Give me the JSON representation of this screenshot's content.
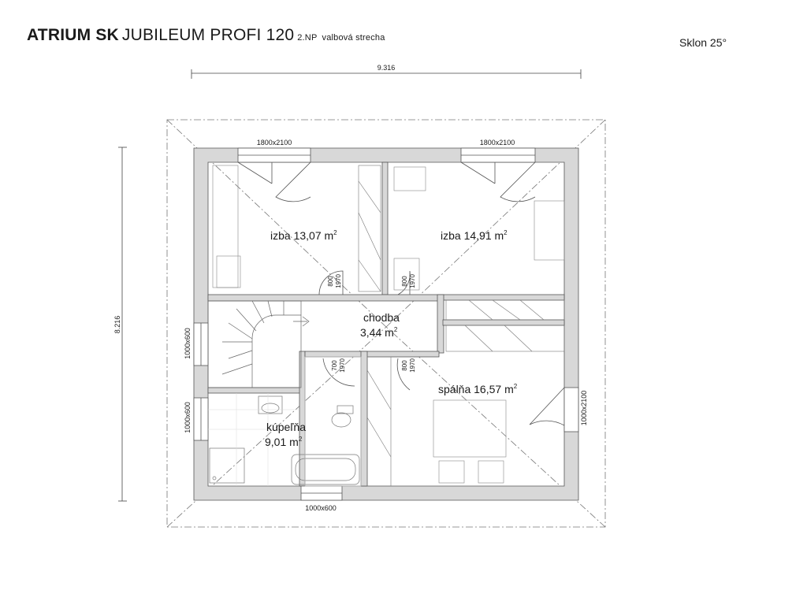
{
  "header": {
    "brand": "ATRIUM SK",
    "model": "JUBILEUM PROFI 120",
    "floor": "2.NP",
    "roof": "valbová strecha",
    "slope": "Sklon 25°"
  },
  "dimensions": {
    "overall_width": "9.316",
    "overall_depth": "8.216"
  },
  "rooms": [
    {
      "name": "izba 13,07 m",
      "sup": "2"
    },
    {
      "name": "izba 14,91 m",
      "sup": "2"
    },
    {
      "name": "chodba",
      "area": "3,44 m",
      "sup": "2"
    },
    {
      "name": "spálňa 16,57 m",
      "sup": "2"
    },
    {
      "name": "kúpeľňa",
      "area": "9,01 m",
      "sup": "2"
    }
  ],
  "openings": {
    "window_top_left": "1800x2100",
    "window_top_right": "1800x2100",
    "window_left_upper": "1000x600",
    "window_left_lower": "1000x600",
    "window_bottom": "1000x600",
    "door_right": "1000x2100",
    "door_izba1_w": "800",
    "door_izba1_h": "1970",
    "door_izba2_w": "800",
    "door_izba2_h": "1970",
    "door_bath_w": "700",
    "door_bath_h": "1970",
    "door_bed_w": "800",
    "door_bed_h": "1970"
  }
}
